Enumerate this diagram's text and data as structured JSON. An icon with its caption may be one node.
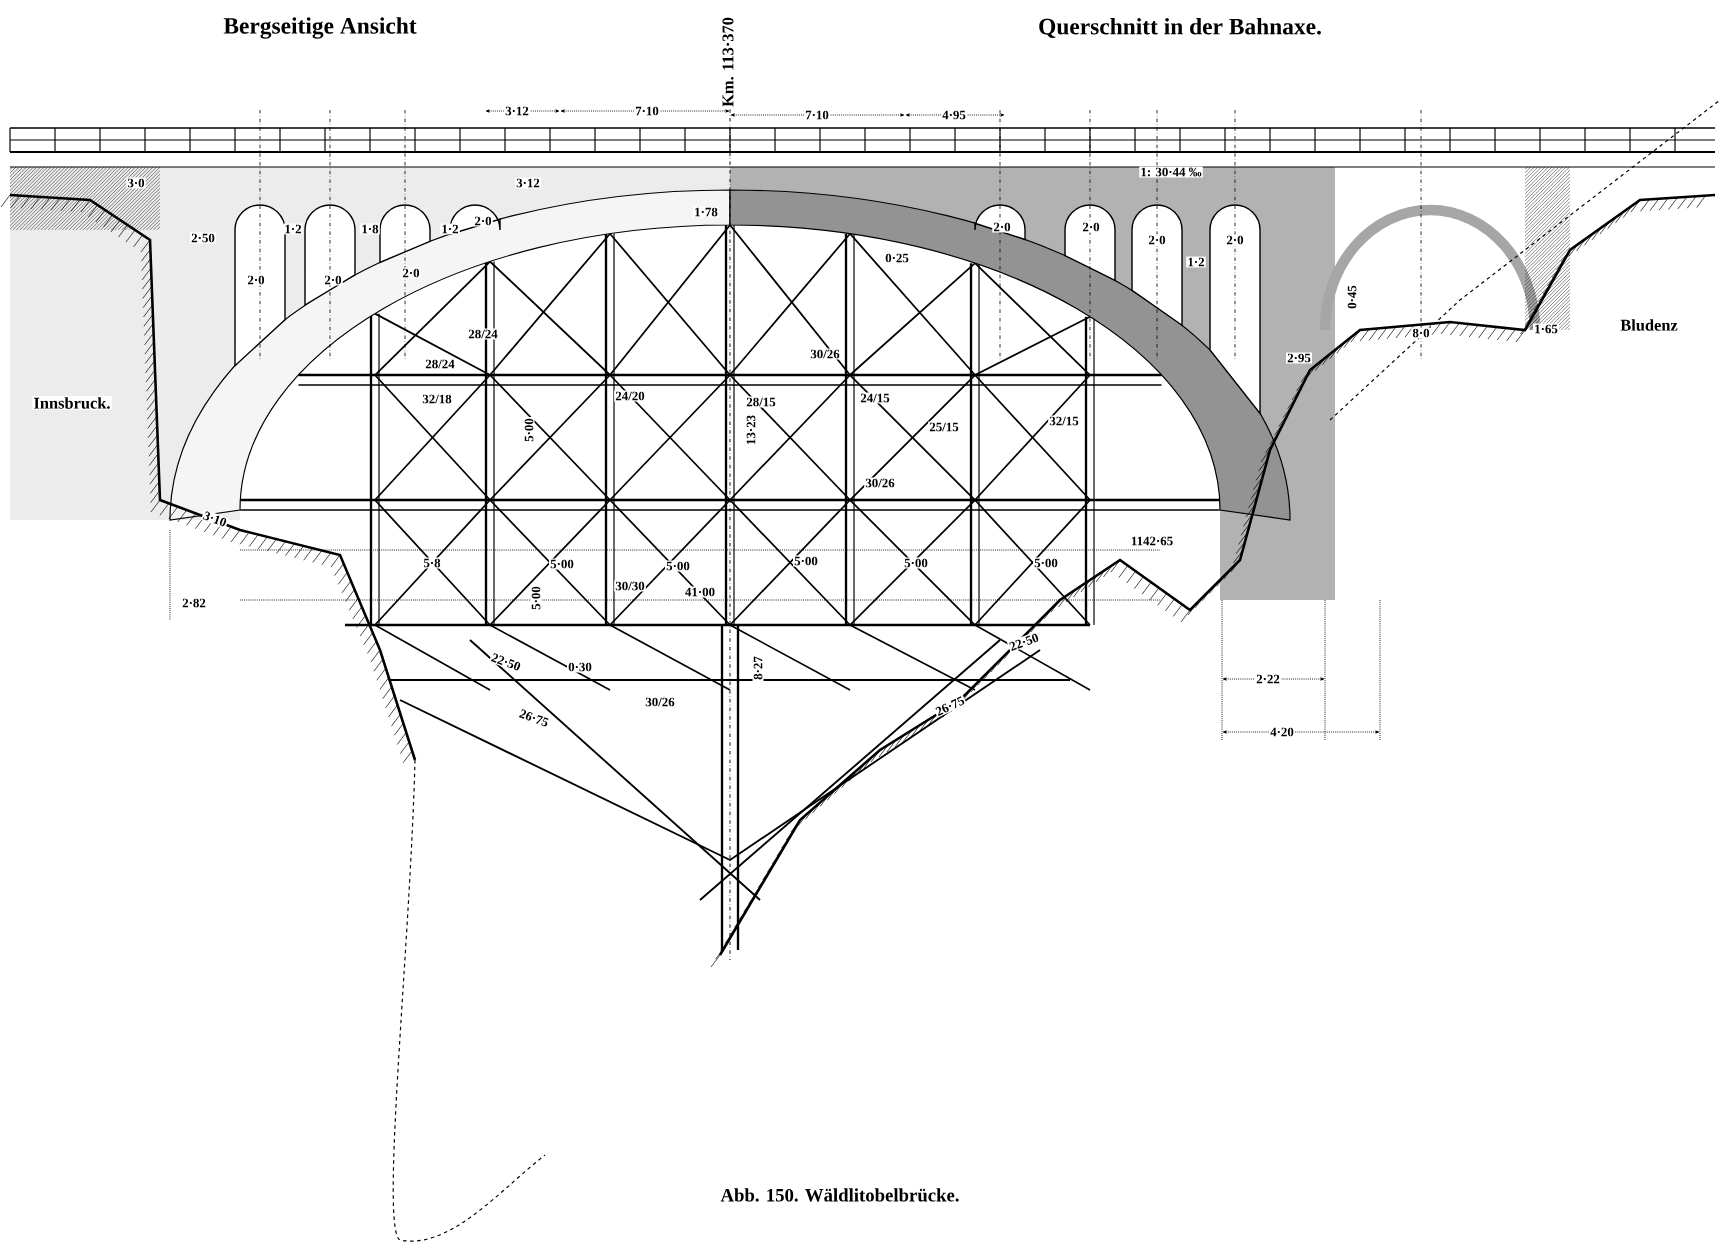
{
  "diagram": {
    "caption": "Abb. 150. Wäldlitobelbrücke.",
    "labels": [
      "Bergseitige Ansicht",
      "Querschnitt in der Bahnaxe.",
      "Km. 113·370",
      "3·12",
      "7·10",
      "7·10",
      "4·95",
      "1: 30·44 ‰",
      "3·0",
      "3·12",
      "1·78",
      "2·50",
      "2·0",
      "1·2",
      "1·8",
      "1·2",
      "2·0",
      "2·0",
      "2·0",
      "1·2",
      "2·0",
      "0·25",
      "2·0",
      "2·0",
      "2·0",
      "0·45",
      "Bludenz",
      "8·0",
      "1·65",
      "28/24",
      "30/26",
      "2·95",
      "28/24",
      "Innsbruck.",
      "32/18",
      "24/20",
      "28/15",
      "24/15",
      "5·00",
      "13·23",
      "25/15",
      "32/15",
      "30/26",
      "3·10",
      "1142·65",
      "5·8",
      "5·00",
      "5·00",
      "5·00",
      "5·00",
      "5·00",
      "30/30",
      "41·00",
      "5·00",
      "2·82",
      "22·50",
      "22·50",
      "0·30",
      "8·27",
      "2·22",
      "30/26",
      "26·75",
      "26·75",
      "4·20"
    ]
  }
}
